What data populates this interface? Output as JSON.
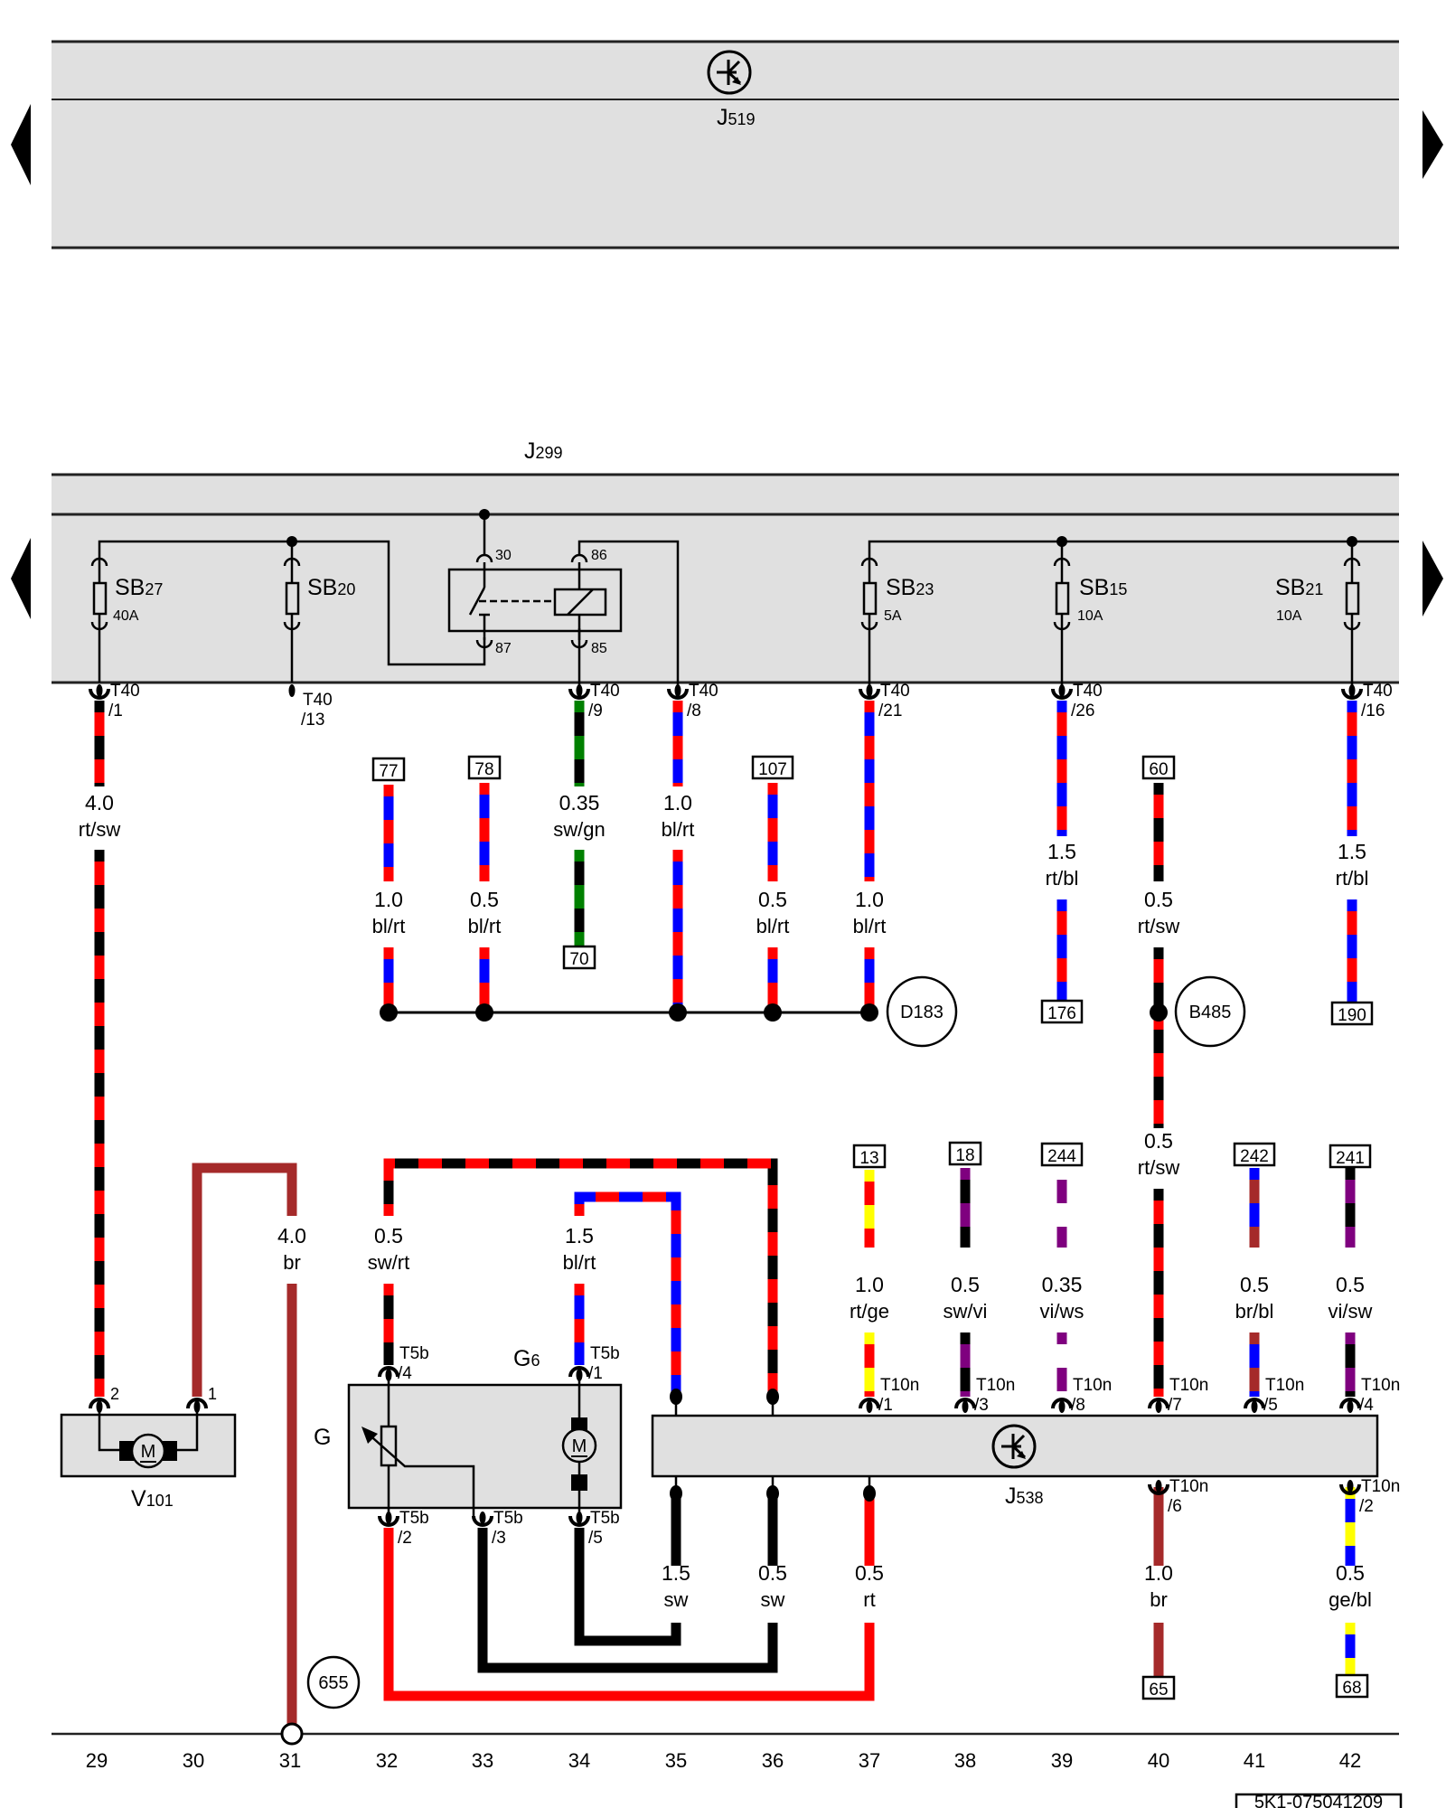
{
  "document": {
    "part_number": "5K1-075041209",
    "nav": {
      "prev_icon": "triangle-left",
      "next_icon": "triangle-right"
    }
  },
  "colors": {
    "rt": "#ff0000",
    "sw": "#000000",
    "bl": "#0000ff",
    "gn": "#008000",
    "ge": "#ffff00",
    "vi": "#7f007f",
    "ws": "#ffffff",
    "br": "#a52a2a",
    "module_fill": "#e0e0e0"
  },
  "modules": {
    "j519": {
      "letter": "J",
      "number": "519"
    },
    "j299": {
      "letter": "J",
      "number": "299"
    },
    "j538": {
      "letter": "J",
      "number": "538"
    },
    "g6": {
      "letter": "G",
      "number": "6"
    },
    "g": {
      "letter": "G"
    },
    "v101": {
      "letter": "V",
      "number": "101"
    }
  },
  "fuses": [
    {
      "id": "sb27",
      "prefix": "SB",
      "number": "27",
      "rating": "40A"
    },
    {
      "id": "sb20",
      "prefix": "SB",
      "number": "20",
      "rating": ""
    },
    {
      "id": "sb23",
      "prefix": "SB",
      "number": "23",
      "rating": "5A"
    },
    {
      "id": "sb15",
      "prefix": "SB",
      "number": "15",
      "rating": "10A"
    },
    {
      "id": "sb21",
      "prefix": "SB",
      "number": "21",
      "rating": "10A"
    }
  ],
  "relay": {
    "pins": [
      "30",
      "86",
      "87",
      "85"
    ]
  },
  "connectors": {
    "t40_1": [
      "T40",
      "/1"
    ],
    "t40_13": [
      "T40",
      "/13"
    ],
    "t40_9": [
      "T40",
      "/9"
    ],
    "t40_8": [
      "T40",
      "/8"
    ],
    "t40_21": [
      "T40",
      "/21"
    ],
    "t40_26": [
      "T40",
      "/26"
    ],
    "t40_16": [
      "T40",
      "/16"
    ],
    "t5b_4": [
      "T5b",
      "/4"
    ],
    "t5b_1": [
      "T5b",
      "/1"
    ],
    "t5b_2": [
      "T5b",
      "/2"
    ],
    "t5b_3": [
      "T5b",
      "/3"
    ],
    "t5b_5": [
      "T5b",
      "/5"
    ],
    "t10n_1": [
      "T10n",
      "/1"
    ],
    "t10n_3": [
      "T10n",
      "/3"
    ],
    "t10n_8": [
      "T10n",
      "/8"
    ],
    "t10n_7": [
      "T10n",
      "/7"
    ],
    "t10n_5": [
      "T10n",
      "/5"
    ],
    "t10n_4": [
      "T10n",
      "/4"
    ],
    "t10n_6": [
      "T10n",
      "/6"
    ],
    "t10n_2": [
      "T10n",
      "/2"
    ],
    "v101_pin2": "2",
    "v101_pin1": "1"
  },
  "wires": {
    "w29": {
      "size": "4.0",
      "color": "rt/sw"
    },
    "w30": {
      "size": "4.0",
      "color": "br"
    },
    "w_swgn": {
      "size": "0.35",
      "color": "sw/gn"
    },
    "w_t40_8": {
      "size": "1.0",
      "color": "bl/rt"
    },
    "w77": {
      "size": "1.0",
      "color": "bl/rt"
    },
    "w78": {
      "size": "0.5",
      "color": "bl/rt"
    },
    "w107": {
      "size": "0.5",
      "color": "bl/rt"
    },
    "w_t40_21": {
      "size": "1.0",
      "color": "bl/rt"
    },
    "w_t40_26": {
      "size": "1.5",
      "color": "rt/bl"
    },
    "w60": {
      "size": "0.5",
      "color": "rt/sw"
    },
    "w_t40_16": {
      "size": "1.5",
      "color": "rt/bl"
    },
    "w_swrt": {
      "size": "0.5",
      "color": "sw/rt"
    },
    "w_blrt": {
      "size": "1.5",
      "color": "bl/rt"
    },
    "w13": {
      "size": "1.0",
      "color": "rt/ge"
    },
    "w18": {
      "size": "0.5",
      "color": "sw/vi"
    },
    "w244": {
      "size": "0.35",
      "color": "vi/ws"
    },
    "w_b485_lower": {
      "size": "0.5",
      "color": "rt/sw"
    },
    "w242": {
      "size": "0.5",
      "color": "br/bl"
    },
    "w241": {
      "size": "0.5",
      "color": "vi/sw"
    },
    "w35": {
      "size": "1.5",
      "color": "sw"
    },
    "w36": {
      "size": "0.5",
      "color": "sw"
    },
    "w37": {
      "size": "0.5",
      "color": "rt"
    },
    "w65": {
      "size": "1.0",
      "color": "br"
    },
    "w68": {
      "size": "0.5",
      "color": "ge/bl"
    }
  },
  "refs": {
    "r77": "77",
    "r78": "78",
    "r70": "70",
    "r107": "107",
    "r60": "60",
    "r176": "176",
    "r190": "190",
    "r13": "13",
    "r18": "18",
    "r244": "244",
    "r242": "242",
    "r241": "241",
    "r65": "65",
    "r68": "68"
  },
  "circles": {
    "d183": "D183",
    "b485": "B485",
    "g655": "655"
  },
  "columns": [
    "29",
    "30",
    "31",
    "32",
    "33",
    "34",
    "35",
    "36",
    "37",
    "38",
    "39",
    "40",
    "41",
    "42"
  ]
}
